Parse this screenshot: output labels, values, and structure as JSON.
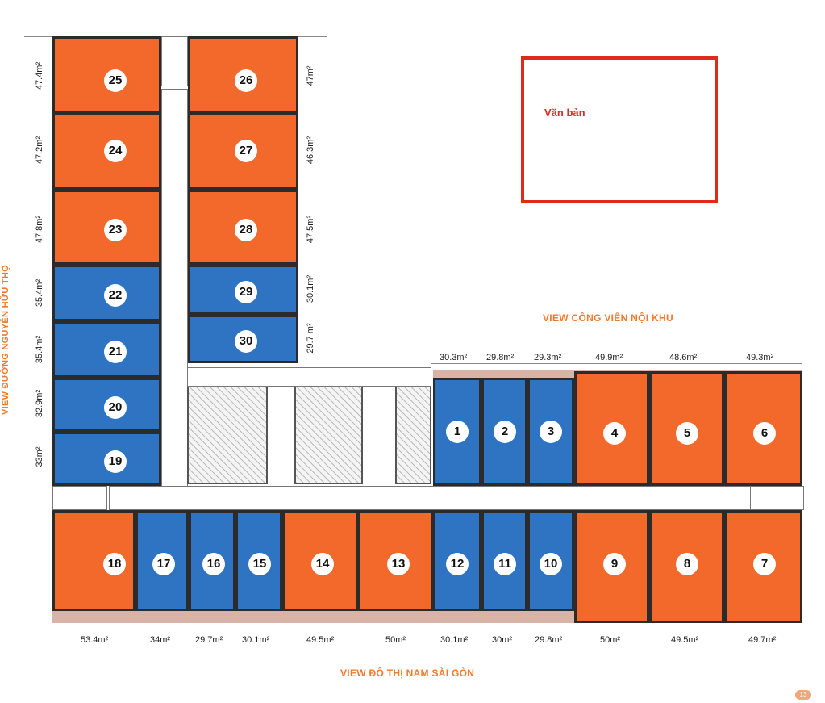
{
  "colors": {
    "orange": "#f2692b",
    "blue": "#2f74c3",
    "view_text": "#f07a2c",
    "annotation_red": "#e02a1c"
  },
  "views": {
    "park": "VIEW CÔNG VIÊN NỘI KHU",
    "south": "VIEW ĐÔ THỊ NAM SÀI GÒN",
    "street": "VIEW ĐƯỜNG NGUYỄN HỮU THỌ"
  },
  "annotation": {
    "label": "Văn bản"
  },
  "page_number": "13",
  "units": {
    "u25": {
      "num": "25",
      "area": "47.4m²"
    },
    "u24": {
      "num": "24",
      "area": "47.2m²"
    },
    "u23": {
      "num": "23",
      "area": "47.8m²"
    },
    "u22": {
      "num": "22",
      "area": "35.4m²"
    },
    "u21": {
      "num": "21",
      "area": "35.4m²"
    },
    "u20": {
      "num": "20",
      "area": "32.9m²"
    },
    "u19": {
      "num": "19",
      "area": "33m²"
    },
    "u26": {
      "num": "26",
      "area": "47m²"
    },
    "u27": {
      "num": "27",
      "area": "46.3m²"
    },
    "u28": {
      "num": "28",
      "area": "47.5m²"
    },
    "u29": {
      "num": "29",
      "area": "30.1m²"
    },
    "u30": {
      "num": "30",
      "area": "29.7 m²"
    },
    "u1": {
      "num": "1",
      "area": "30.3m²"
    },
    "u2": {
      "num": "2",
      "area": "29.8m²"
    },
    "u3": {
      "num": "3",
      "area": "29.3m²"
    },
    "u4": {
      "num": "4",
      "area": "49.9m²"
    },
    "u5": {
      "num": "5",
      "area": "48.6m²"
    },
    "u6": {
      "num": "6",
      "area": "49.3m²"
    },
    "u18": {
      "num": "18",
      "area": "53.4m²"
    },
    "u17": {
      "num": "17",
      "area": "34m²"
    },
    "u16": {
      "num": "16",
      "area": "29.7m²"
    },
    "u15": {
      "num": "15",
      "area": "30.1m²"
    },
    "u14": {
      "num": "14",
      "area": "49.5m²"
    },
    "u13": {
      "num": "13",
      "area": "50m²"
    },
    "u12": {
      "num": "12",
      "area": "30.1m²"
    },
    "u11": {
      "num": "11",
      "area": "30m²"
    },
    "u10": {
      "num": "10",
      "area": "29.8m²"
    },
    "u9": {
      "num": "9",
      "area": "50m²"
    },
    "u8": {
      "num": "8",
      "area": "49.5m²"
    },
    "u7": {
      "num": "7",
      "area": "49.7m²"
    }
  }
}
